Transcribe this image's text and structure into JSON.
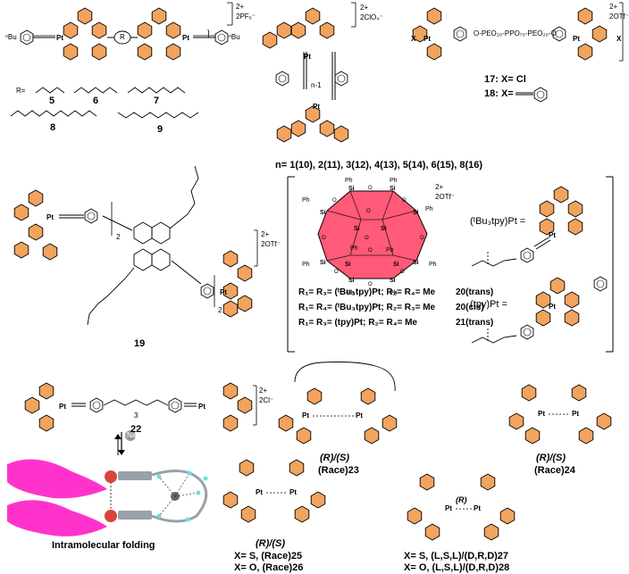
{
  "compounds": {
    "c5": "5",
    "c6": "6",
    "c7": "7",
    "c8": "8",
    "c9": "9",
    "c17": "17: X= Cl",
    "c18": "18: X=",
    "c19": "19",
    "c22": "22",
    "c20trans": "20(trans)",
    "c20cis": "20(cis)",
    "c21": "21(trans)",
    "c23_a": "(R)/(S)",
    "c23_b": "(Race)23",
    "c24_a": "(R)/(S)",
    "c24_b": "(Race)24",
    "c25_a": "(R)/(S)",
    "c25_b": "X= S, (Race)25",
    "c26": "X= O, (Race)26",
    "c27": "X= S, (L,S,L)/(D,R,D)27",
    "c28": "X= O, (L,S,L)/(D,R,D)28",
    "c27_chir": "(R)"
  },
  "labels": {
    "r_eq": "R=",
    "r_box": "R",
    "nbu_left": "ⁿBu",
    "nbu_right": "ⁿBu",
    "n_series": "n= 1(10), 2(11), 3(12), 4(13), 5(14), 6(15), 8(16)",
    "peo": "O-PEO₂₀-PPO₇₀-PEO₂₀-O",
    "tbu3tpy_pt": "(ᵗBu₃tpy)Pt =",
    "tpy_pt": "(tpy)Pt =",
    "folding": "Intramolecular folding",
    "na": "Na⁺",
    "r_line1": "R₁= R₃= (ᵗBu₃tpy)Pt; R₂= R₄= Me",
    "r_line2": "R₁= R₄= (ᵗBu₃tpy)Pt; R₂= R₃= Me",
    "r_line3": "R₁= R₃= (tpy)Pt;          R₂= R₄= Me",
    "n_sub": "n-1",
    "sub_3": "3",
    "sub_2a": "2",
    "sub_2b": "2"
  },
  "charges": {
    "top_left": "2+",
    "top_left_anion": "2PF₆⁻",
    "top_mid": "2+",
    "top_mid_anion": "2ClO₄⁻",
    "top_right": "2+",
    "top_right_anion": "2OTf⁻",
    "mid_left": "2+",
    "mid_left_anion": "2OTf⁻",
    "mid_right": "2+",
    "mid_right_anion": "2OTf⁻",
    "bot": "2+",
    "bot_anion": "2Cl⁻"
  },
  "colors": {
    "pyridine": "#f2a35e",
    "polyhedron": "#ff5a78",
    "folding": "#ff33cc",
    "bond": "#000000"
  }
}
